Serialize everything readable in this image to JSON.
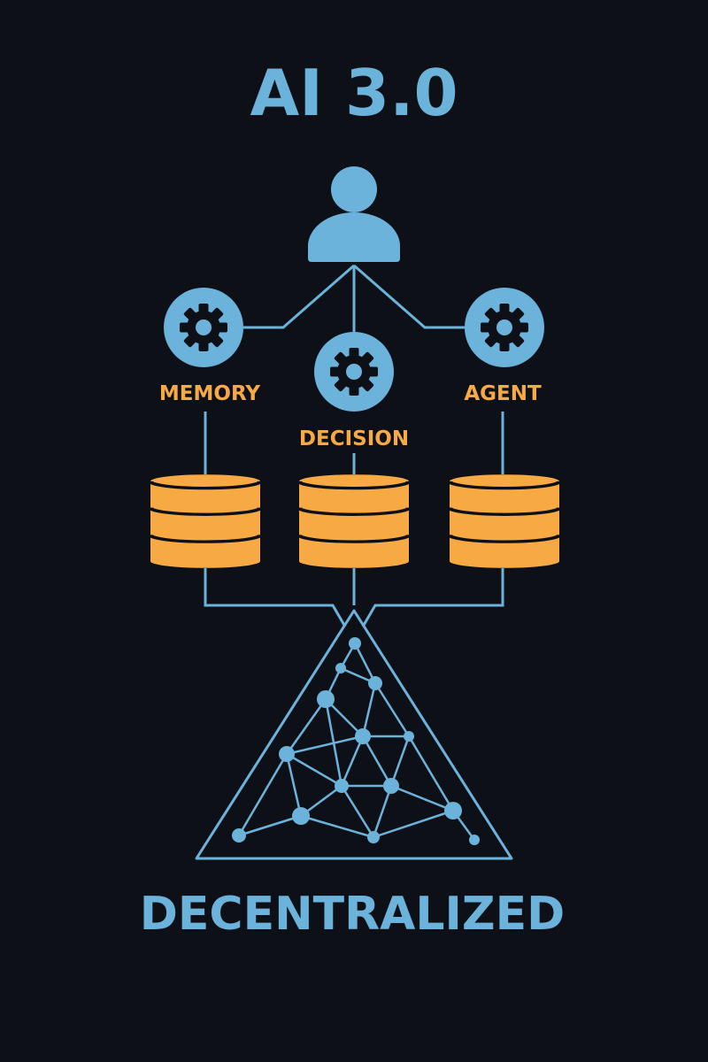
{
  "title": "AI 3.0",
  "footer": "DECENTRALIZED",
  "modules": [
    {
      "name": "memory",
      "label": "MEMORY"
    },
    {
      "name": "decision",
      "label": "DECISION"
    },
    {
      "name": "agent",
      "label": "AGENT"
    }
  ],
  "icons": {
    "user": "user-icon",
    "gear": "gear-icon",
    "database": "database-icon",
    "network": "network-triangle-icon"
  },
  "colors": {
    "background": "#0d1117",
    "blue": "#6cb3dc",
    "orange": "#f7a944",
    "dark": "#0d1117"
  }
}
